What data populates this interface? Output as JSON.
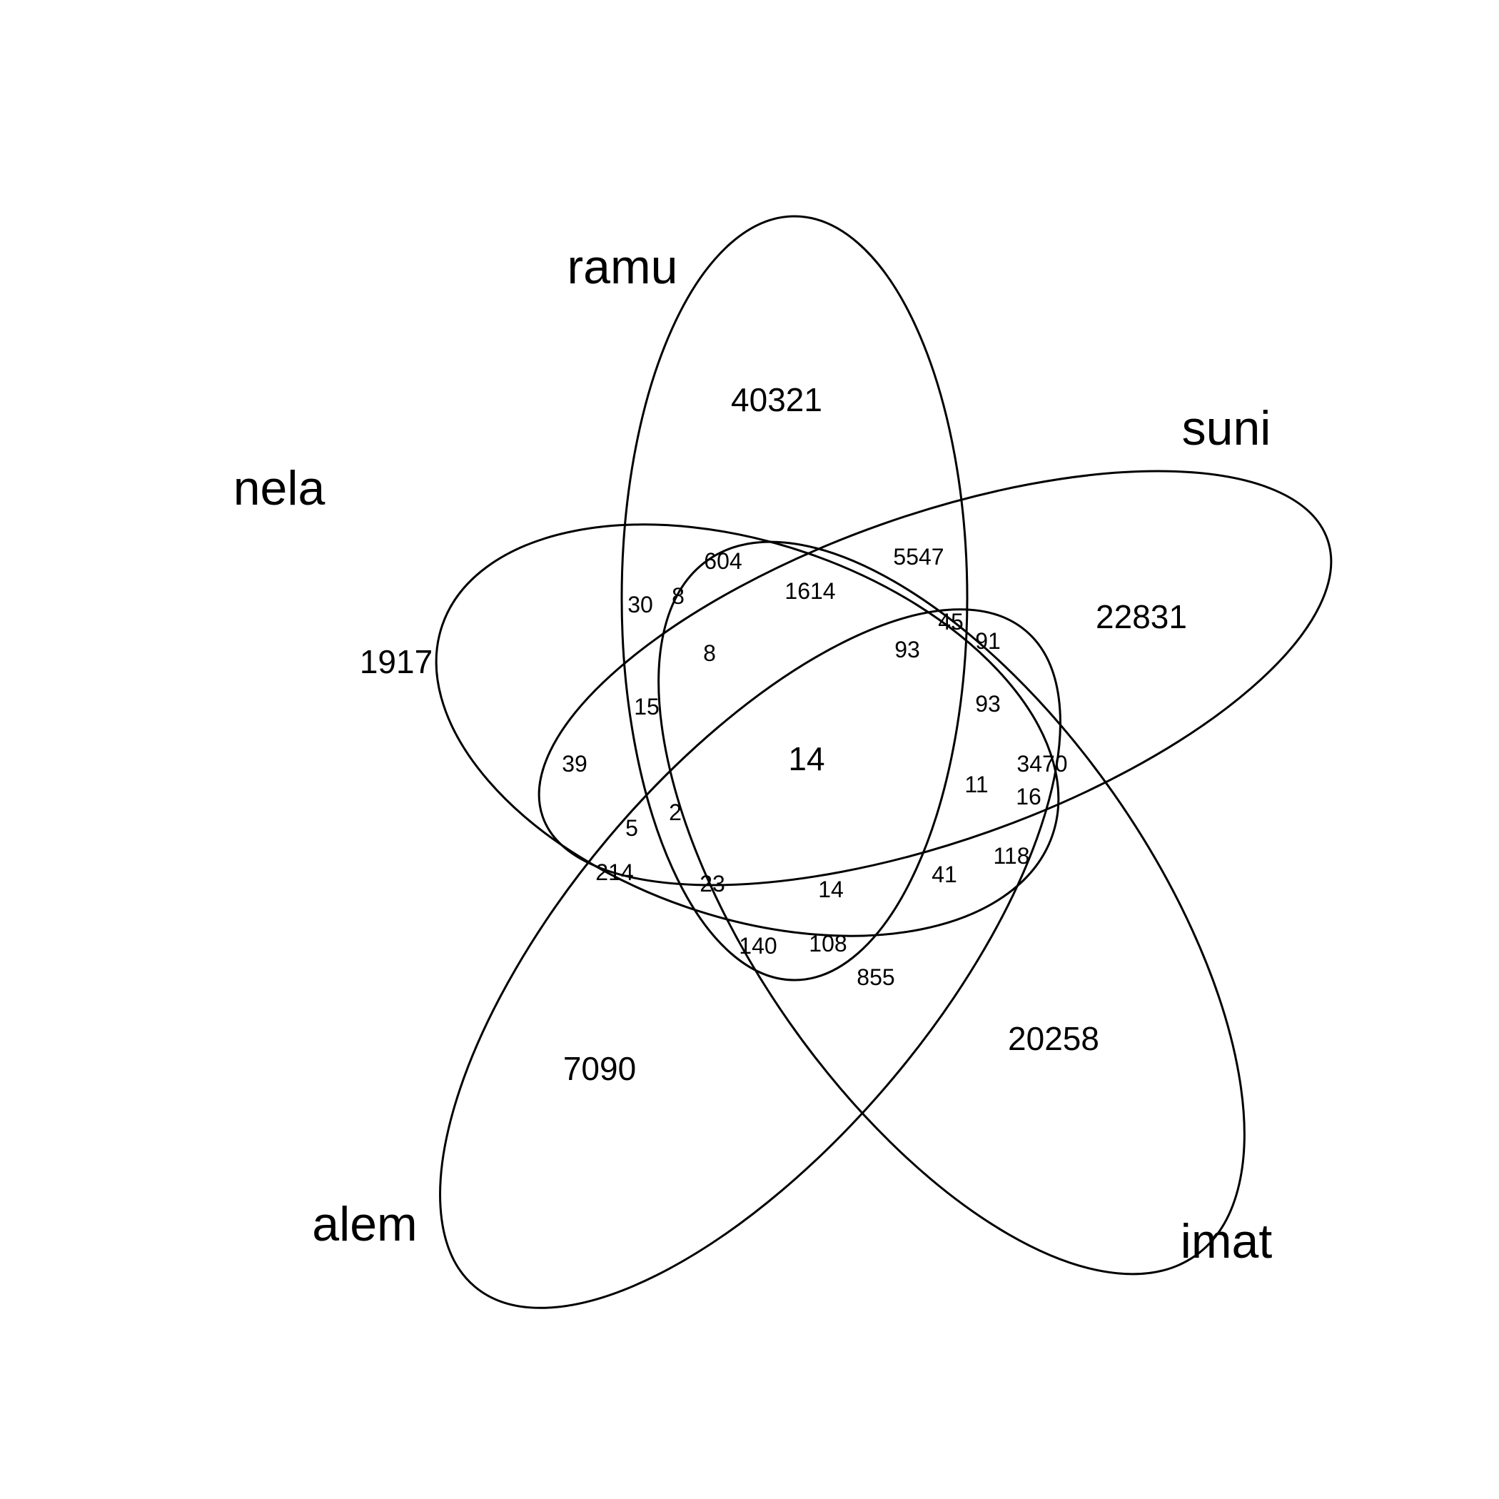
{
  "sets": {
    "ramu": "ramu",
    "suni": "suni",
    "nela": "nela",
    "alem": "alem",
    "imat": "imat"
  },
  "counts": {
    "ramu_only": "40321",
    "suni_only": "22831",
    "nela_only": "1917",
    "alem_only": "7090",
    "imat_only": "20258",
    "all_five": "14",
    "r_604": "604",
    "r_5547": "5547",
    "r_1614": "1614",
    "r_30": "30",
    "r_8a": "8",
    "r_8b": "8",
    "r_45": "45",
    "r_91": "91",
    "r_93a": "93",
    "r_93b": "93",
    "r_15": "15",
    "r_39": "39",
    "r_3470": "3470",
    "r_11": "11",
    "r_16": "16",
    "r_5": "5",
    "r_2": "2",
    "r_118": "118",
    "r_214": "214",
    "r_23": "23",
    "r_14b": "14",
    "r_41": "41",
    "r_140": "140",
    "r_108": "108",
    "r_855": "855"
  }
}
